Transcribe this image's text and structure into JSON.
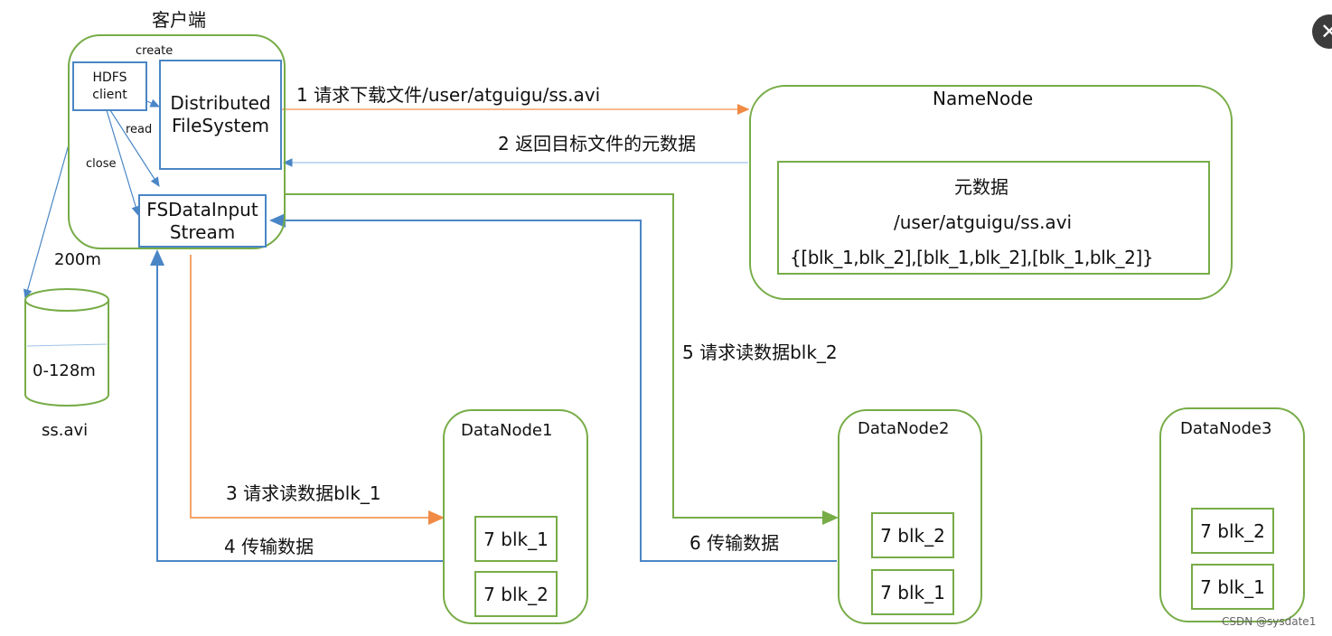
{
  "client": {
    "title": "客户端",
    "hdfs_client": "HDFS client",
    "distributed_fs": "Distributed FileSystem",
    "fs_input_stream": "FSDataInputStream",
    "create": "create",
    "read": "read",
    "close": "close"
  },
  "file": {
    "size": "200m",
    "segment": "0-128m",
    "name": "ss.avi"
  },
  "namenode": {
    "title": "NameNode",
    "meta_title": "元数据",
    "meta_path": "/user/atguigu/ss.avi",
    "meta_blocks": "{[blk_1,blk_2],[blk_1,blk_2],[blk_1,blk_2]}"
  },
  "steps": {
    "s1": "1 请求下载文件/user/atguigu/ss.avi",
    "s2": "2 返回目标文件的元数据",
    "s3": "3 请求读数据blk_1",
    "s4": "4 传输数据",
    "s5": "5 请求读数据blk_2",
    "s6": "6 传输数据"
  },
  "datanodes": [
    {
      "title": "DataNode1",
      "blocks": [
        "7 blk_1",
        "7 blk_2"
      ]
    },
    {
      "title": "DataNode2",
      "blocks": [
        "7 blk_2",
        "7 blk_1"
      ]
    },
    {
      "title": "DataNode3",
      "blocks": [
        "7 blk_2",
        "7 blk_1"
      ]
    }
  ],
  "watermark": "CSDN @sysdate1",
  "colors": {
    "green": "#77ac47",
    "blue": "#4a86c6",
    "orange": "#f4a46a"
  }
}
